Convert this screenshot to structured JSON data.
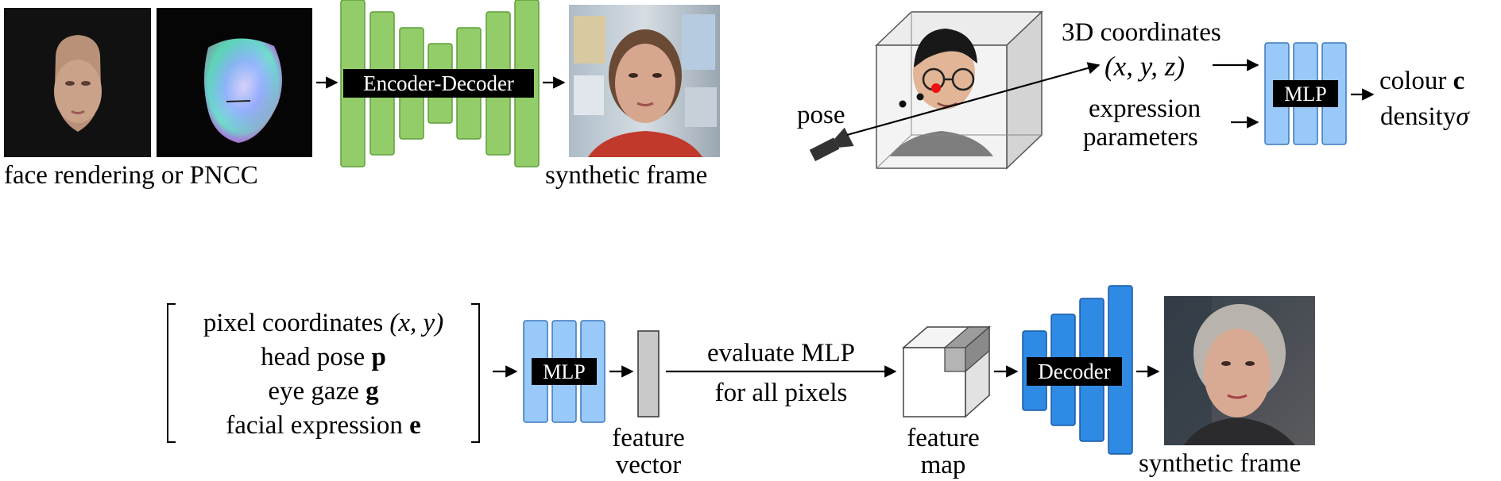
{
  "panel_a": {
    "input_caption": "face rendering or PNCC",
    "network_label": "Encoder-Decoder",
    "output_caption": "synthetic frame"
  },
  "panel_b": {
    "pose_label": "pose",
    "coords_label": "3D coordinates",
    "coords_math": "(x, y, z)",
    "expr_label_1": "expression",
    "expr_label_2": "parameters",
    "mlp_label": "MLP",
    "out_colour": "colour",
    "out_colour_sym": "c",
    "out_density": "density",
    "out_density_sym": "σ"
  },
  "panel_c": {
    "inputs": {
      "line1_text": "pixel coordinates ",
      "line1_math": "(x, y)",
      "line2_text": "head pose ",
      "line2_sym": "p",
      "line3_text": "eye gaze ",
      "line3_sym": "g",
      "line4_text": "facial expression ",
      "line4_sym": "e"
    },
    "mlp_label": "MLP",
    "feature_vector_1": "feature",
    "feature_vector_2": "vector",
    "eval_1": "evaluate MLP",
    "eval_2": "for all pixels",
    "feature_map_1": "feature",
    "feature_map_2": "map",
    "decoder_label": "Decoder",
    "output_caption": "synthetic frame"
  },
  "colors": {
    "green_fill": "#93cd69",
    "green_stroke": "#5f9e3a",
    "light_blue_fill": "#99c9f8",
    "light_blue_stroke": "#3b78bd",
    "blue_fill": "#2f8ae3",
    "blue_stroke": "#195aa5",
    "red_point": "#ee1111"
  }
}
